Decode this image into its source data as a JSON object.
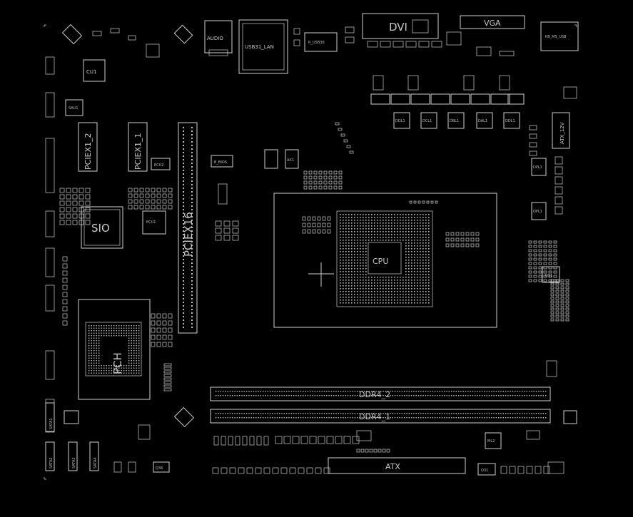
{
  "labels": {
    "dvi": "DVI",
    "vga": "VGA",
    "audio": "AUDIO",
    "usb31_lan": "USB31_LAN",
    "r_usb30": "R_USB30",
    "kb_ms_usb": "KB_MS_USB",
    "cu1": "CU1",
    "sau1": "SAU1",
    "pciex1_2": "PCIEX1_2",
    "pciex1_1": "PCIEX1_1",
    "ecu2": "ECU2",
    "pciex16": "PCIEX16",
    "b_bios": "B_BIOS",
    "ax1": "AX1",
    "sio": "SIO",
    "ecu1": "ECU1",
    "cpu": "CPU",
    "pch": "PCH",
    "atx_12v": "ATX_12V",
    "ddr4_2": "DDR4_2",
    "ddr4_1": "DDR4_1",
    "atx": "ATX",
    "ml2": "ML2",
    "q31": "Q31",
    "q36": "Q36",
    "ds1": "DS1",
    "dpl1": "DPL1",
    "dbl1": "DBL1",
    "dcl1": "DCL1",
    "dal1": "DAL1",
    "ddl1": "DDL1",
    "dpl1b": "DPL1",
    "sata1": "SATA1",
    "sata2": "SATA2",
    "sata3": "SATA3",
    "sata4": "SATA4"
  }
}
